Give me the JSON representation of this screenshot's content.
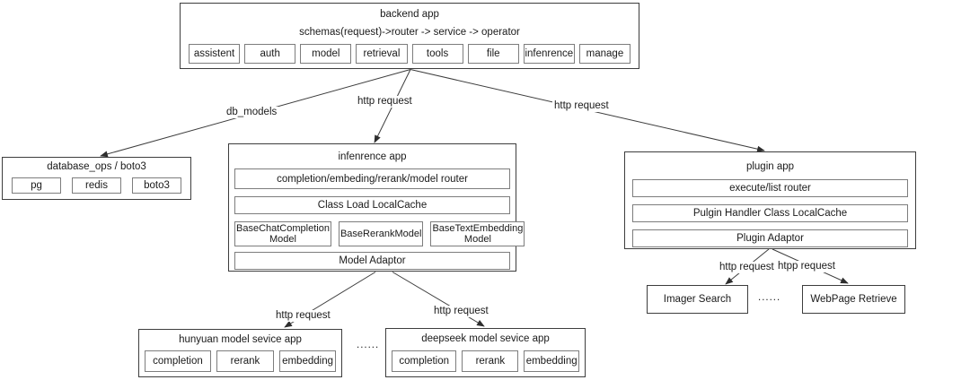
{
  "backend_app": {
    "title": "backend app",
    "subtitle": "schemas(request)->router -> service -> operator",
    "modules": [
      "assistent",
      "auth",
      "model",
      "retrieval",
      "tools",
      "file",
      "infenrence",
      "manage"
    ]
  },
  "database_ops": {
    "title": "database_ops / boto3",
    "modules": [
      "pg",
      "redis",
      "boto3"
    ]
  },
  "inference_app": {
    "title": "infenrence app",
    "router": "completion/embeding/rerank/model router",
    "cache": "Class Load LocalCache",
    "models": [
      "BaseChatCompletion Model",
      "BaseRerankModel",
      "BaseTextEmbedding Model"
    ],
    "adaptor": "Model Adaptor"
  },
  "plugin_app": {
    "title": "plugin app",
    "router": "execute/list router",
    "cache": "Pulgin Handler Class LocalCache",
    "adaptor": "Plugin Adaptor"
  },
  "hunyuan_app": {
    "title": "hunyuan model sevice app",
    "modules": [
      "completion",
      "rerank",
      "embedding"
    ]
  },
  "deepseek_app": {
    "title": "deepseek model sevice app",
    "modules": [
      "completion",
      "rerank",
      "embedding"
    ]
  },
  "plugin_services": {
    "image_search": "Imager Search",
    "webpage_retrieve": "WebPage Retrieve"
  },
  "edge_labels": {
    "backend_to_database": "db_models",
    "backend_to_inference": "http request",
    "backend_to_plugin": "http request",
    "inference_to_hunyuan": "http request",
    "inference_to_deepseek": "http request",
    "plugin_to_image_search": "http request",
    "plugin_to_webpage_retrieve": "htpp request"
  },
  "ellipsis": {
    "model_services": "......",
    "plugins": "......"
  },
  "colors": {
    "background": "#ffffff",
    "line": "#3d3d3d",
    "outer_border": "#3d3d3d",
    "inner_border": "#7d7d7d",
    "text": "#1a1a1a"
  }
}
